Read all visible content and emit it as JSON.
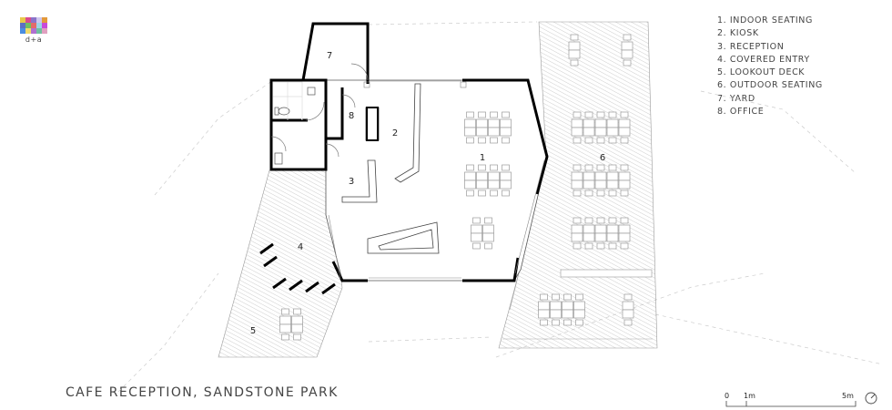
{
  "logo": {
    "text": "d+a"
  },
  "legend": [
    "1. INDOOR SEATING",
    "2. KIOSK",
    "3. RECEPTION",
    "4. COVERED ENTRY",
    "5. LOOKOUT DECK",
    "6. OUTDOOR SEATING",
    "7. YARD",
    "8. OFFICE"
  ],
  "rooms": [
    {
      "number": "1"
    },
    {
      "number": "2"
    },
    {
      "number": "3"
    },
    {
      "number": "4"
    },
    {
      "number": "5"
    },
    {
      "number": "6"
    },
    {
      "number": "7"
    },
    {
      "number": "8"
    }
  ],
  "title": "CAFE RECEPTION, SANDSTONE PARK",
  "scale_bar": {
    "zero": "0",
    "one": "1m",
    "five": "5m"
  },
  "colors": {
    "line": "#000000",
    "hatch": "#bbbbbb",
    "furniture": "#9a9a9a",
    "dashed": "#c8c8c8"
  },
  "logo_colors": [
    "#e8c84a",
    "#d94b8f",
    "#8a74c9",
    "#cfc7ee",
    "#e39a3a",
    "#5d6fc4",
    "#6fbf63",
    "#e36a6a",
    "#9cd4e8",
    "#c94ad8",
    "#4a8de0",
    "#f0d96a",
    "#b070d0",
    "#70c0a0",
    "#e0a0c0",
    "#7a9ae0"
  ]
}
